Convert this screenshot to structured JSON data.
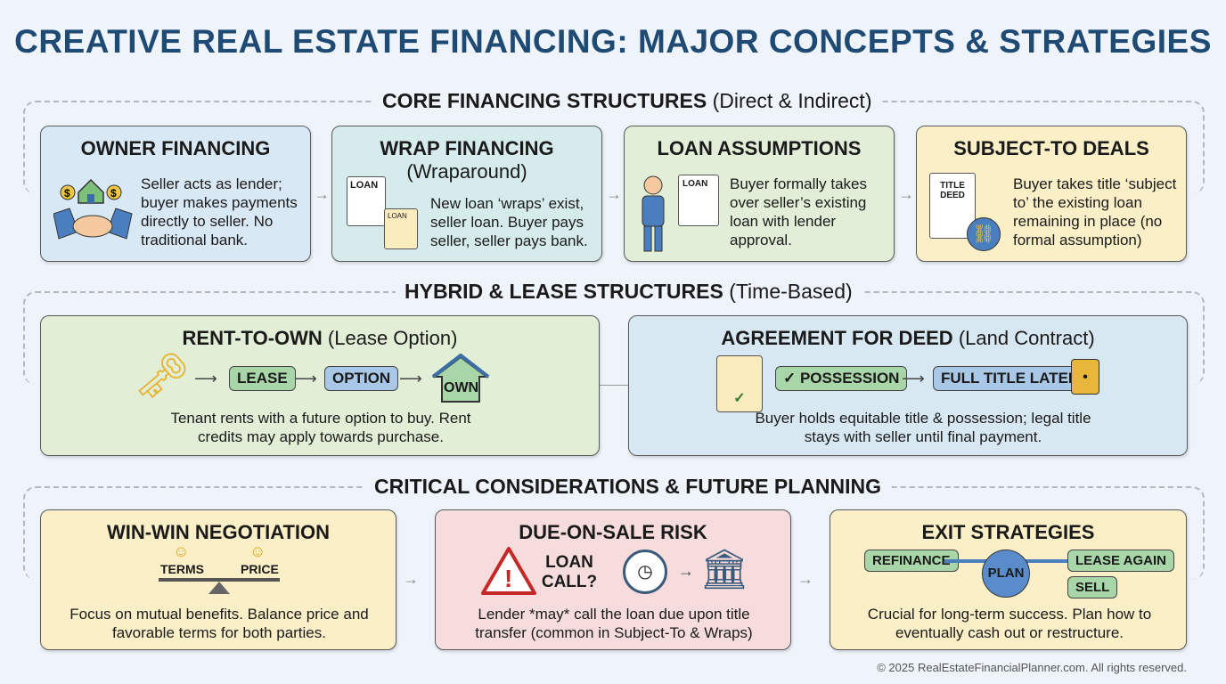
{
  "title": "CREATIVE REAL ESTATE FINANCING: MAJOR CONCEPTS & STRATEGIES",
  "sections": [
    {
      "title": "CORE FINANCING STRUCTURES",
      "subtitle": "(Direct & Indirect)"
    },
    {
      "title": "HYBRID & LEASE STRUCTURES",
      "subtitle": "(Time-Based)"
    },
    {
      "title": "CRITICAL CONSIDERATIONS & FUTURE PLANNING",
      "subtitle": ""
    }
  ],
  "core": [
    {
      "title": "OWNER FINANCING",
      "desc": "Seller acts as lender; buyer makes payments directly to seller. No traditional bank."
    },
    {
      "title": "WRAP FINANCING",
      "subtitle": "(Wraparound)",
      "desc": "New loan ‘wraps’ exist, seller loan. Buyer pays seller, seller pays bank.",
      "doc1": "LOAN",
      "doc2": "LOAN"
    },
    {
      "title": "LOAN ASSUMPTIONS",
      "desc": "Buyer formally takes over seller’s existing loan with lender approval.",
      "doc": "LOAN"
    },
    {
      "title": "SUBJECT-TO DEALS",
      "desc": "Buyer takes title ‘subject to’ the existing loan remaining in place (no formal assumption)",
      "doc": "TITLE DEED"
    }
  ],
  "hybrid": [
    {
      "title": "RENT-TO-OWN",
      "subtitle": "(Lease Option)",
      "steps": [
        "LEASE",
        "OPTION"
      ],
      "own": "OWN",
      "desc": "Tenant rents with a future option to buy. Rent credits may apply towards purchase."
    },
    {
      "title": "AGREEMENT FOR DEED",
      "subtitle": "(Land Contract)",
      "steps": [
        "POSSESSION",
        "FULL TITLE LATER"
      ],
      "desc": "Buyer holds equitable title & possession; legal title stays with seller until final payment."
    }
  ],
  "critical": [
    {
      "title": "WIN-WIN NEGOTIATION",
      "left": "TERMS",
      "right": "PRICE",
      "desc": "Focus on mutual benefits. Balance price and favorable terms for both parties."
    },
    {
      "title": "DUE-ON-SALE RISK",
      "callout": "LOAN CALL?",
      "desc": "Lender *may* call the loan due upon title transfer (common in Subject-To & Wraps)"
    },
    {
      "title": "EXIT STRATEGIES",
      "center": "PLAN",
      "options": [
        "REFINANCE",
        "LEASE AGAIN",
        "SELL"
      ],
      "desc": "Crucial for long-term success. Plan how to eventually cash out or restructure."
    }
  ],
  "footer": "© 2025 RealEstateFinancialPlanner.com. All rights reserved."
}
